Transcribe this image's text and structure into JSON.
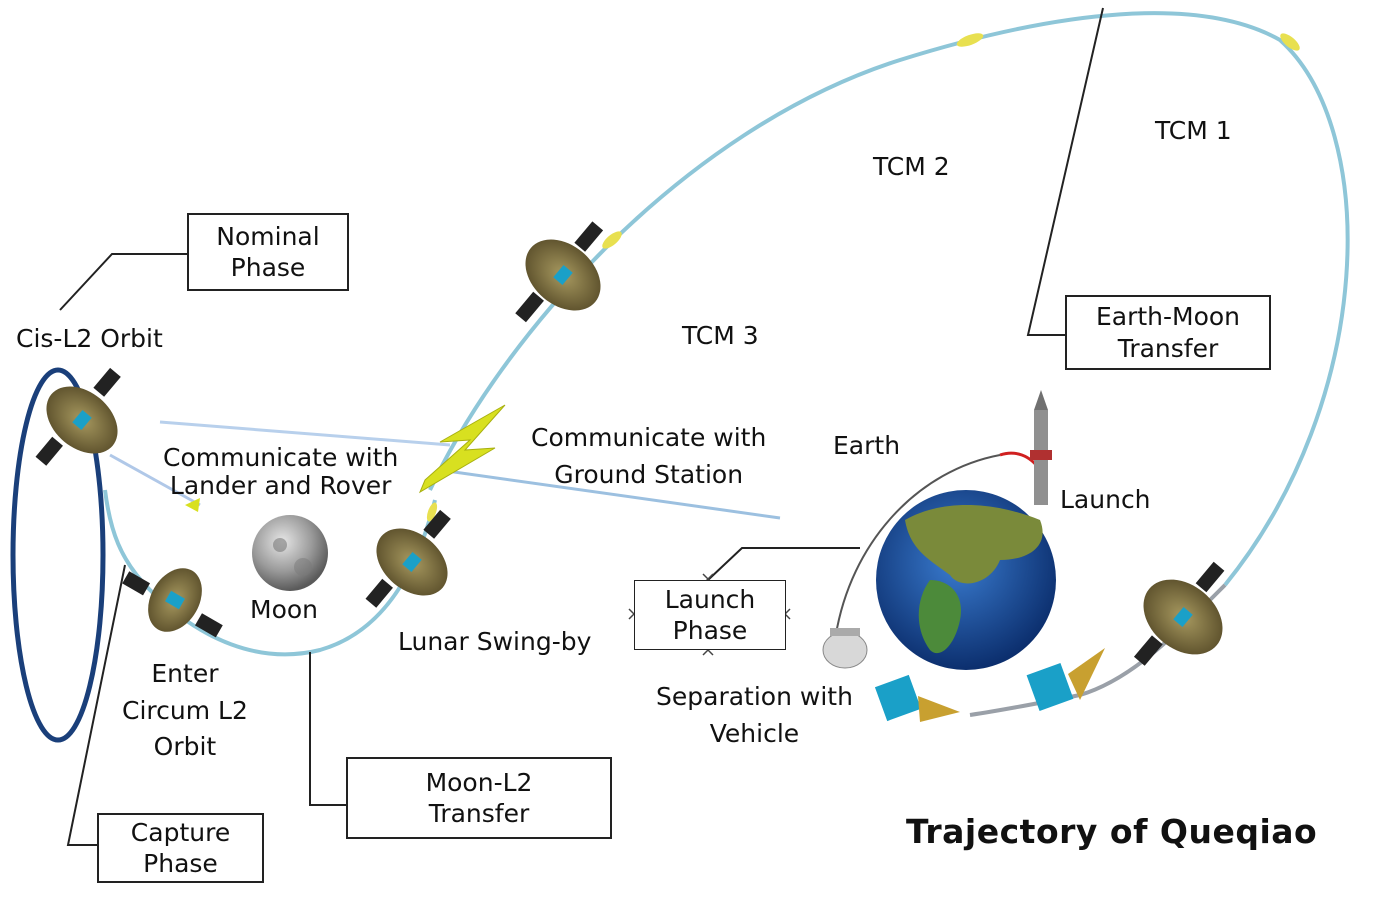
{
  "title": "Trajectory of Queqiao",
  "boxes": {
    "nominal": [
      "Nominal",
      "Phase"
    ],
    "earth_moon": [
      "Earth-Moon",
      "Transfer"
    ],
    "launch": [
      "Launch",
      "Phase"
    ],
    "moon_l2": [
      "Moon-L2",
      "Transfer"
    ],
    "capture": [
      "Capture",
      "Phase"
    ]
  },
  "labels": {
    "cis_l2": "Cis-L2 Orbit",
    "tcm1": "TCM 1",
    "tcm2": "TCM 2",
    "tcm3": "TCM 3",
    "comm_lander": [
      "Communicate with",
      "Lander and Rover"
    ],
    "comm_ground": [
      "Communicate with",
      "Ground Station"
    ],
    "earth": "Earth",
    "launch": "Launch",
    "moon": "Moon",
    "lunar_swingby": "Lunar Swing-by",
    "enter_l2": [
      "Enter",
      "Circum L2",
      "Orbit"
    ],
    "separation": [
      "Separation with",
      "Vehicle"
    ]
  },
  "colors": {
    "trajectory": "#8ec6d8",
    "l2_orbit": "#1a3f7a",
    "leader_line": "#222222",
    "signal_bolt": "#d8e020",
    "launch_arc": "#d02020",
    "earth_ocean": "#1a54a8",
    "earth_land": "#4c8a3a"
  }
}
